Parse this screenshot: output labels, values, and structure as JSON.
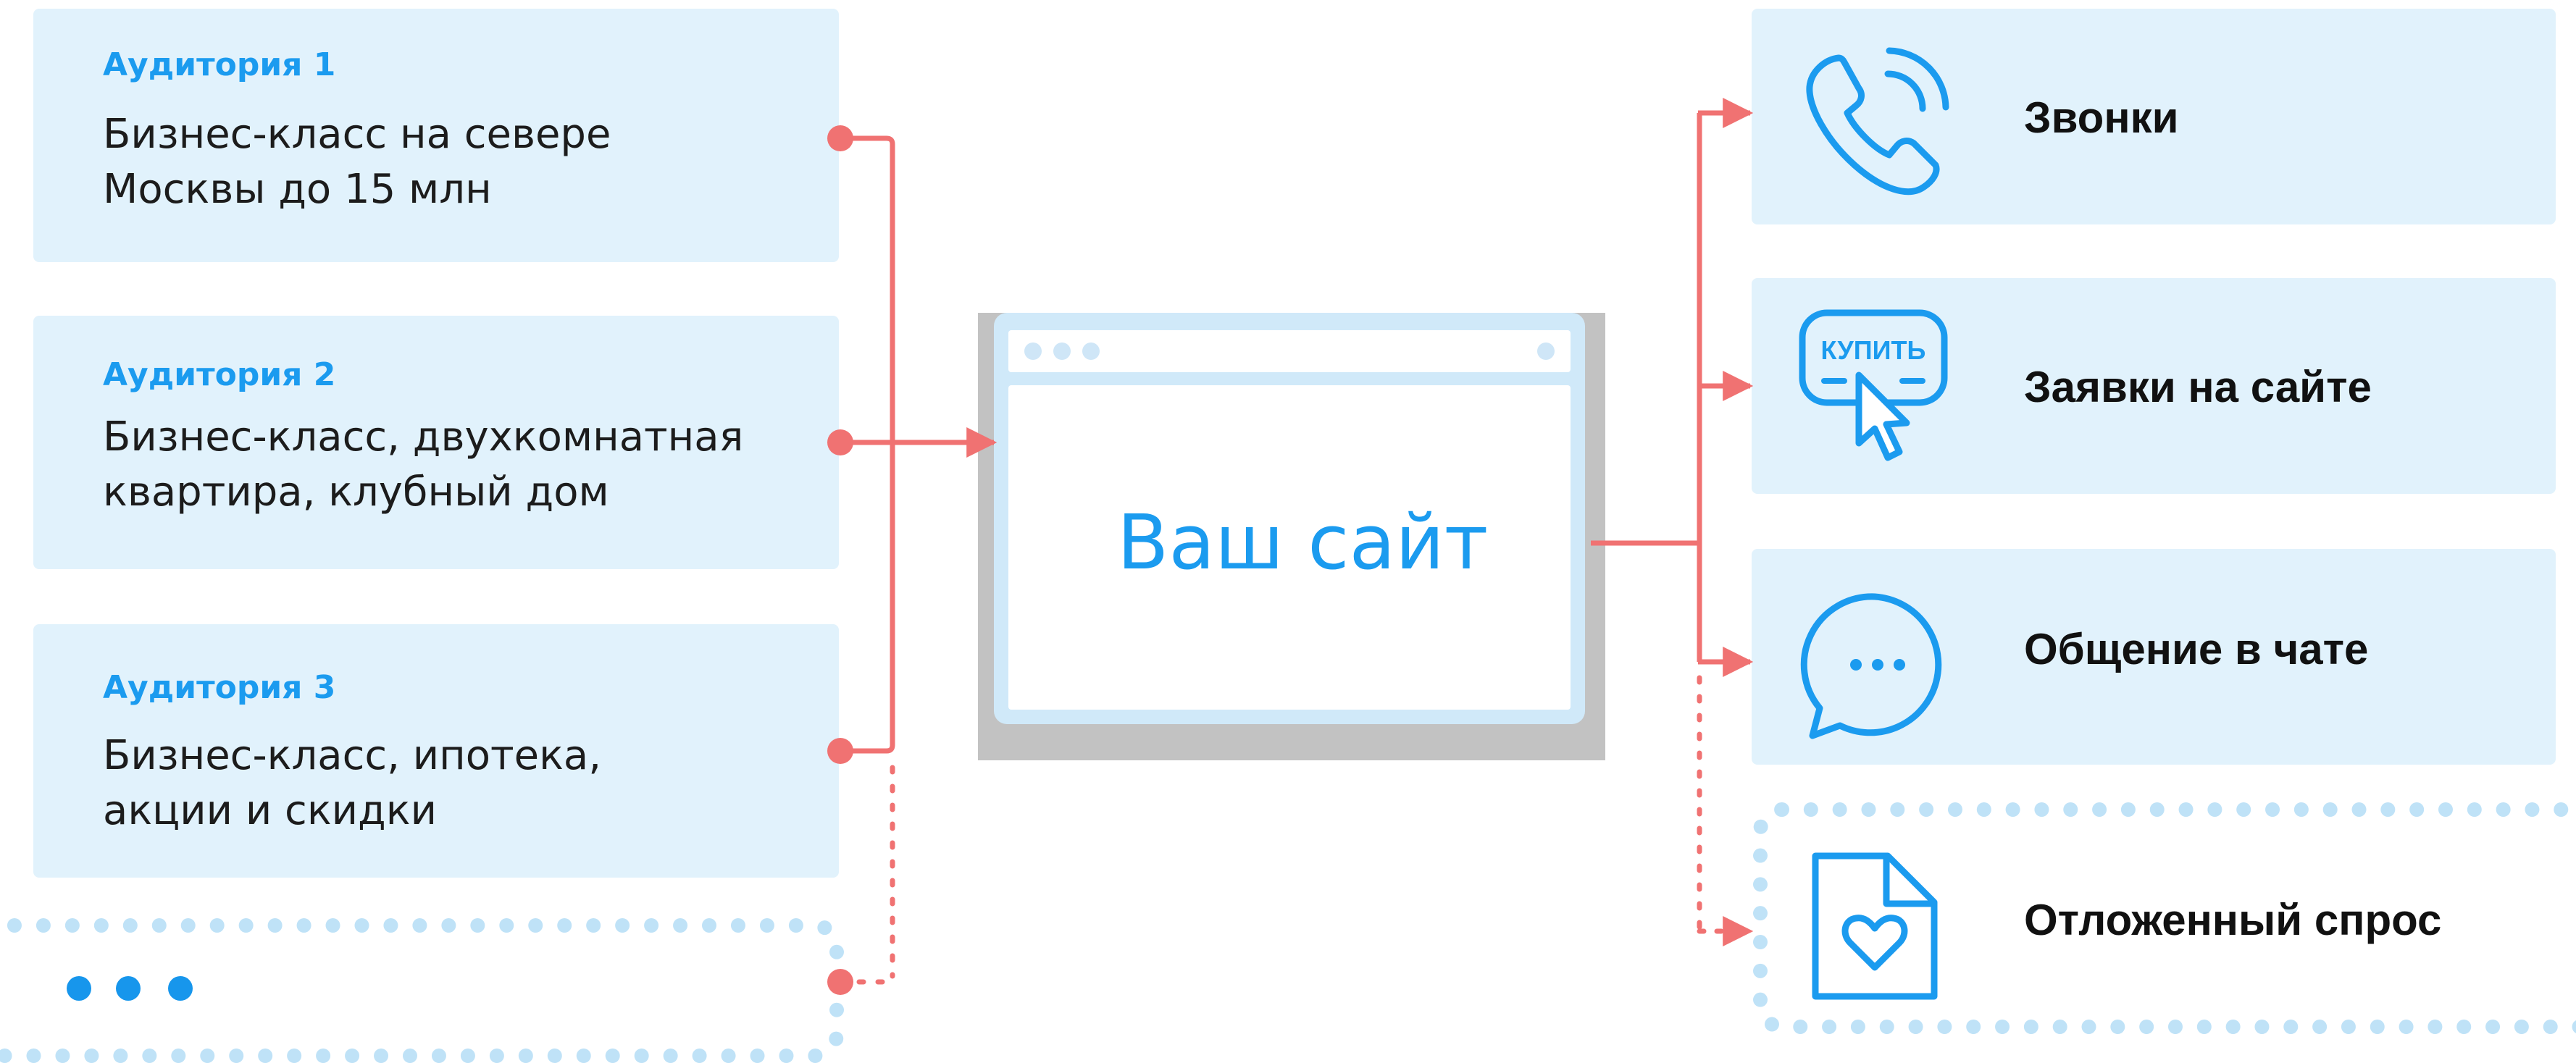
{
  "audiences": [
    {
      "title": "Аудитория 1",
      "line1": "Бизнес-класс на севере",
      "line2": "Москвы до 15 млн"
    },
    {
      "title": "Аудитория 2",
      "line1": "Бизнес-класс, двухкомнатная",
      "line2": "квартира, клубный дом"
    },
    {
      "title": "Аудитория 3",
      "line1": "Бизнес-класс, ипотека,",
      "line2": "акции и скидки"
    }
  ],
  "site": {
    "label": "Ваш сайт"
  },
  "results": [
    {
      "label": "Звонки",
      "icon": "phone-icon"
    },
    {
      "label": "Заявки на сайте",
      "icon": "buy-button-icon",
      "icon_text": "КУПИТЬ"
    },
    {
      "label": "Общение в чате",
      "icon": "chat-bubble-icon"
    },
    {
      "label": "Отложенный спрос",
      "icon": "heart-document-icon"
    }
  ],
  "colors": {
    "accent_blue": "#1b9bef",
    "card_bg": "#e1f2fc",
    "connector_red": "#f07272",
    "dotted_border": "#bfe2f7"
  }
}
